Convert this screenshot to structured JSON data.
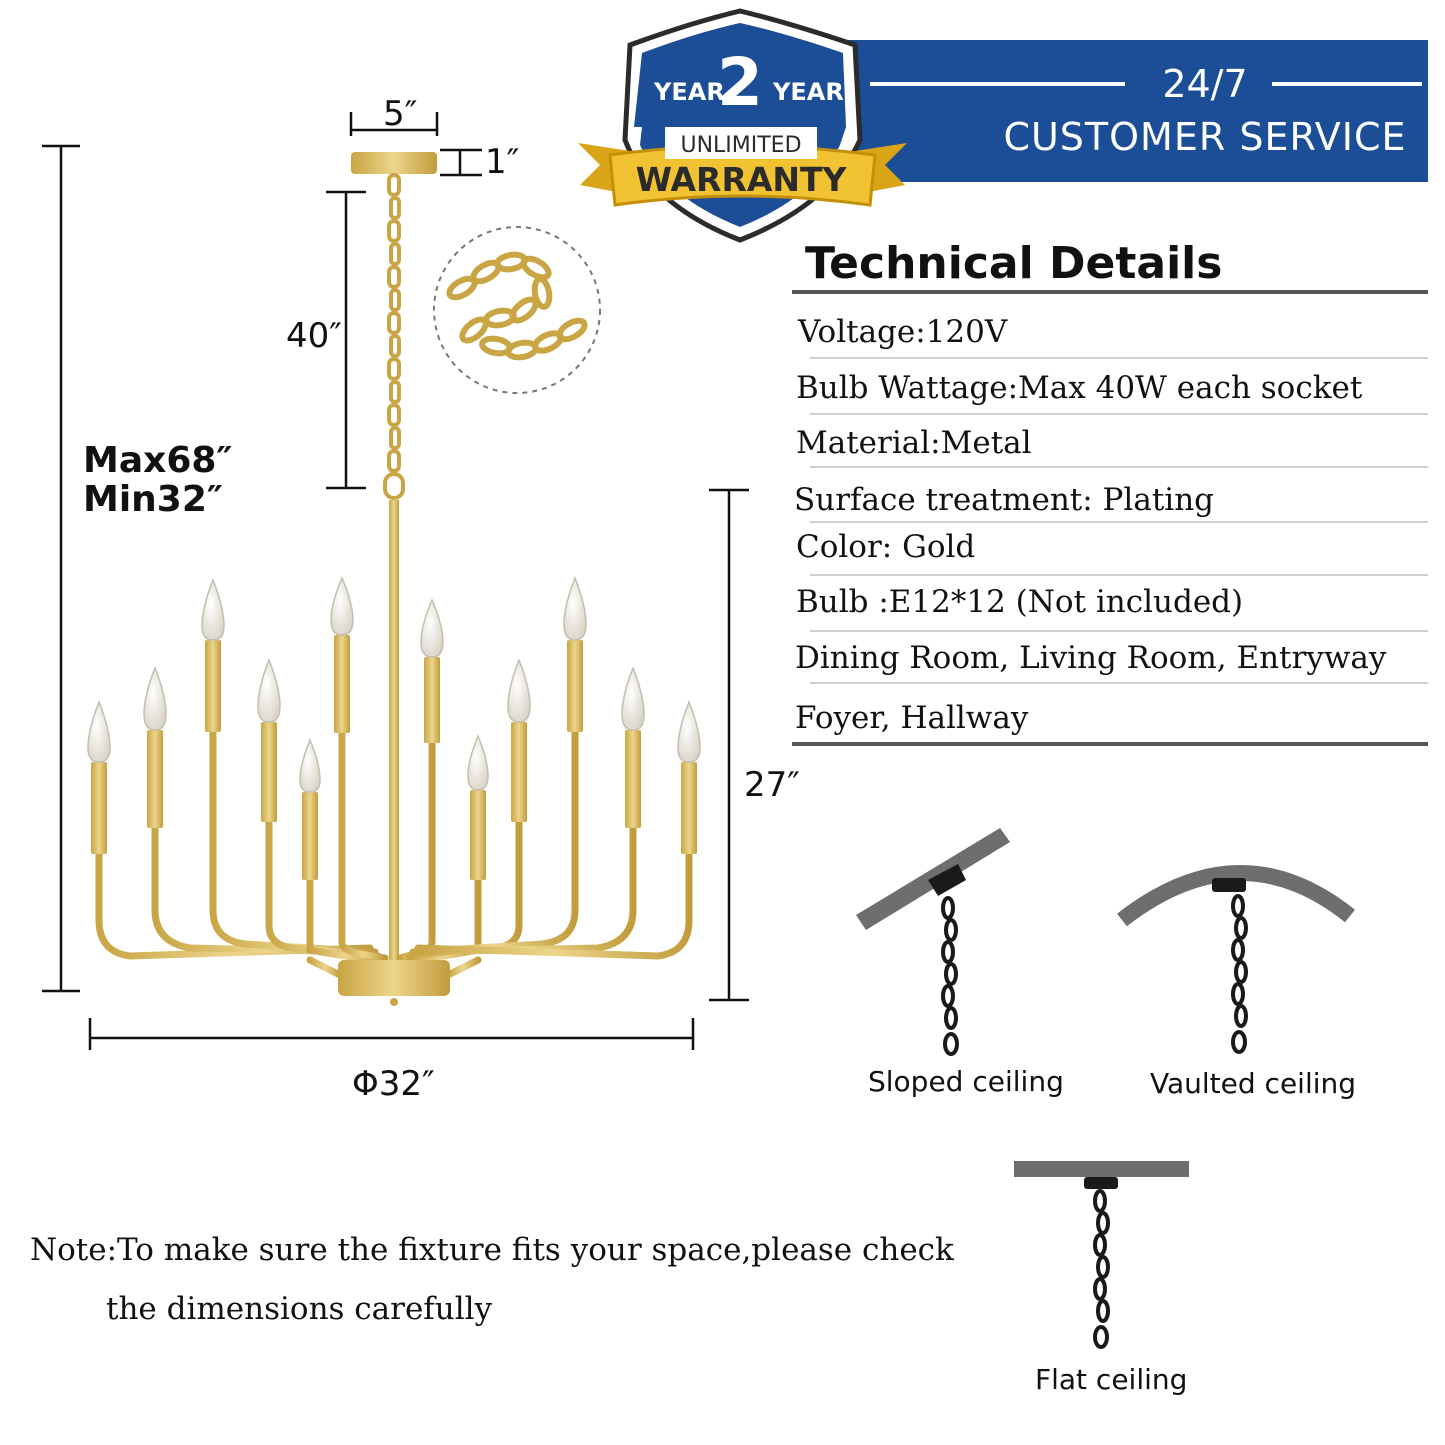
{
  "warranty": {
    "year_left": "YEAR",
    "number": "2",
    "year_right": "YEAR",
    "unlimited": "UNLIMITED",
    "ribbon": "WARRANTY"
  },
  "service": {
    "hours": "24/7",
    "label": "CUSTOMER SERVICE"
  },
  "technical_details": {
    "title": "Technical Details",
    "specs": [
      "Voltage:120V",
      "Bulb Wattage:Max 40W each socket",
      "Material:Metal",
      "Surface treatment:  Plating",
      "Color: Gold",
      "Bulb :E12*12 (Not included)",
      "Dining Room,  Living Room,  Entryway",
      "Foyer,  Hallway"
    ]
  },
  "dimensions": {
    "canopy_width": "5″",
    "canopy_height": "1″",
    "chain_length": "40″",
    "max_height": "Max68″",
    "min_height": "Min32″",
    "body_height": "27″",
    "diameter": "Φ32″"
  },
  "ceilings": {
    "sloped": "Sloped ceiling",
    "vaulted": "Vaulted ceiling",
    "flat": "Flat ceiling"
  },
  "note": {
    "line1": "Note:To make sure the fixture fits your space,please check",
    "line2": "the dimensions carefully"
  },
  "colors": {
    "banner_blue": "#1b4e96",
    "gold": "#d9b95c",
    "ribbon_gold": "#e6b422"
  }
}
